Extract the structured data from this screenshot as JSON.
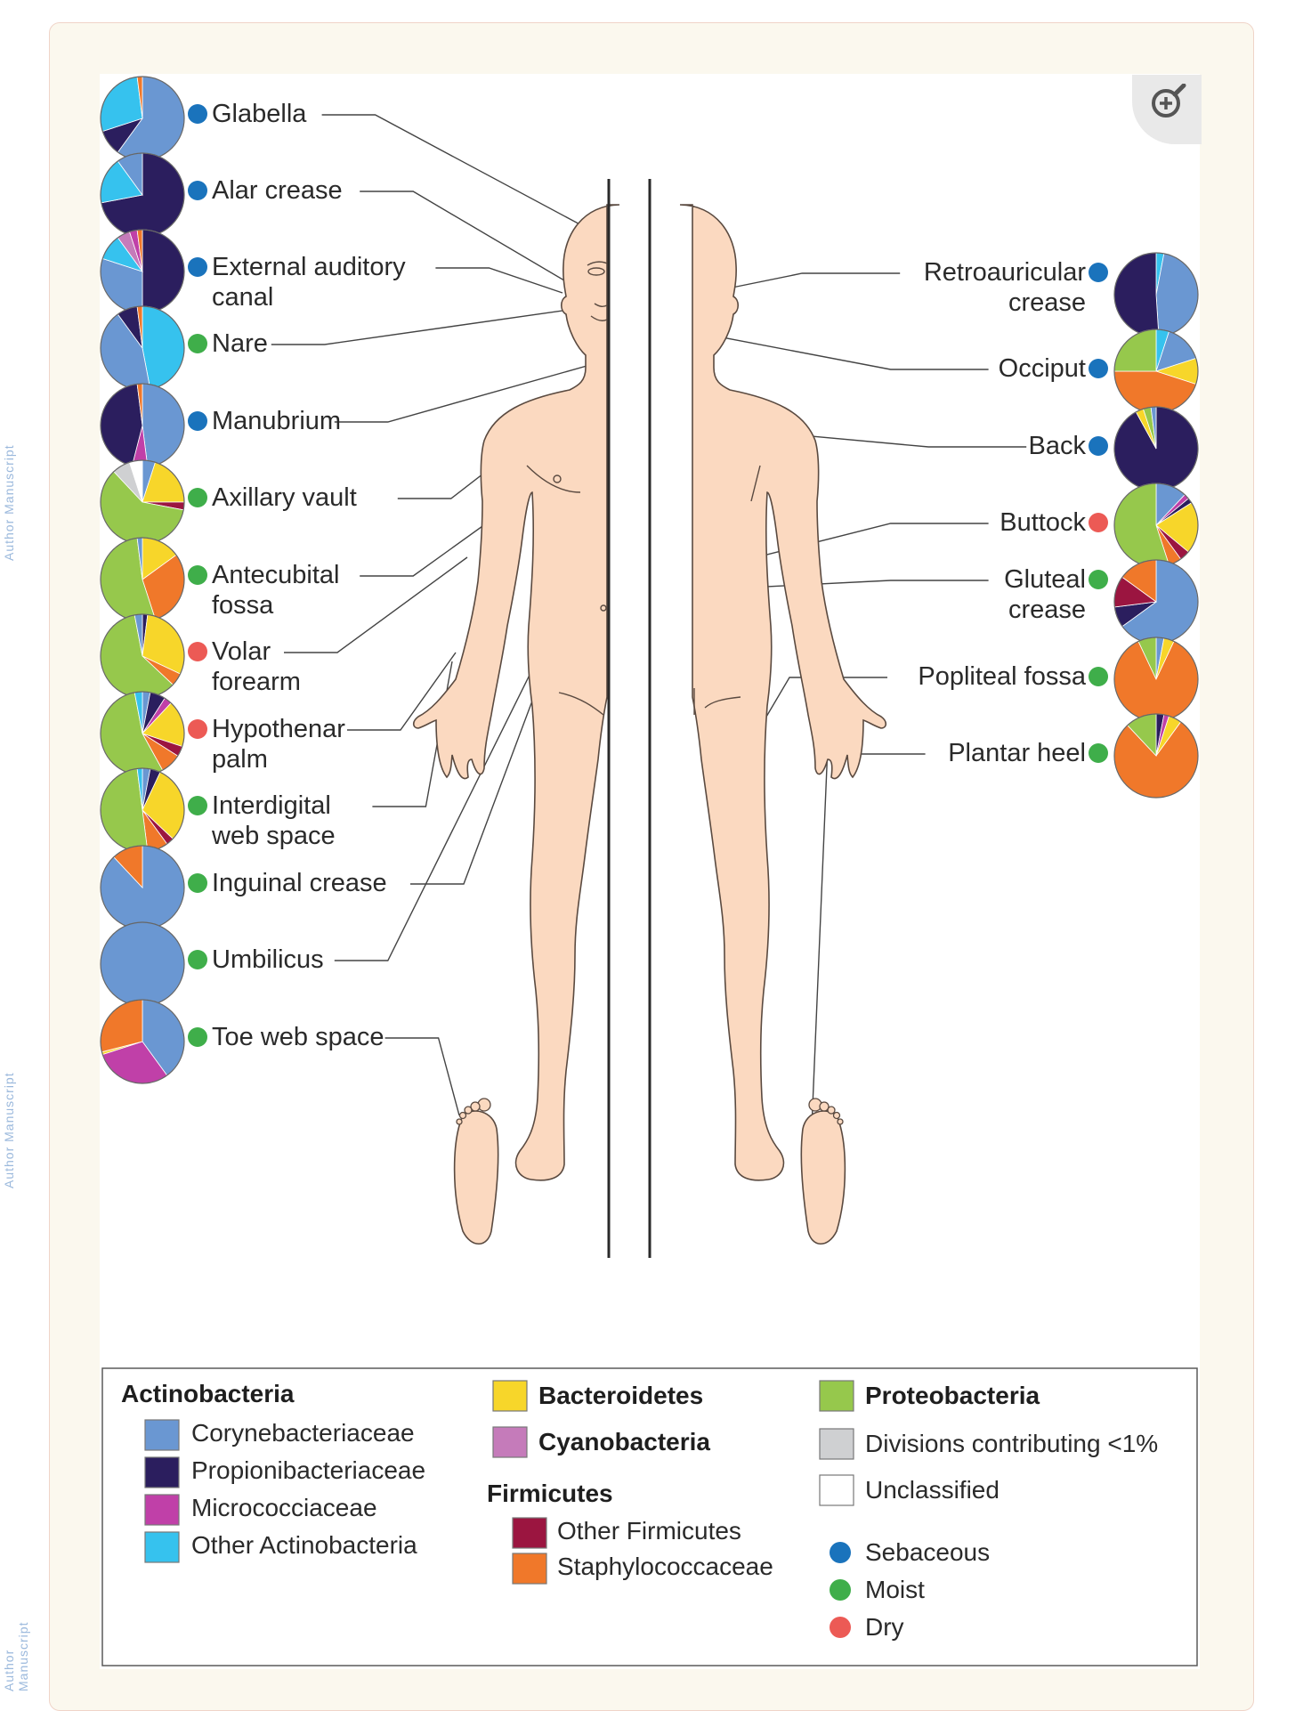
{
  "edge_text": [
    "Author Manuscript",
    "Author Manuscript",
    "Author Manuscript"
  ],
  "zoom_icon": "zoom-in-icon",
  "colors": {
    "Corynebacteriaceae": "#6a97d2",
    "Propionibacteriaceae": "#2b1e5e",
    "Micrococciaceae": "#c040a8",
    "Other Actinobacteria": "#36c2ee",
    "Bacteroidetes": "#f7d62a",
    "Cyanobacteria": "#c57bba",
    "Other Firmicutes": "#9b1540",
    "Staphylococcaceae": "#f0782a",
    "Proteobacteria": "#96c84c",
    "Divisions contributing <1%": "#cfd0d2",
    "Unclassified": "#ffffff",
    "Sebaceous": "#1a73bc",
    "Moist": "#3fae4a",
    "Dry": "#ec5a55"
  },
  "sites_left": [
    {
      "name": "Glabella",
      "lines": [
        "Glabella"
      ],
      "type": "Sebaceous",
      "composition": {
        "Corynebacteriaceae": 60,
        "Propionibacteriaceae": 10,
        "Other Actinobacteria": 28,
        "Staphylococcaceae": 2
      }
    },
    {
      "name": "Alar crease",
      "lines": [
        "Alar crease"
      ],
      "type": "Sebaceous",
      "composition": {
        "Propionibacteriaceae": 72,
        "Other Actinobacteria": 18,
        "Corynebacteriaceae": 10
      }
    },
    {
      "name": "External auditory canal",
      "lines": [
        "External auditory",
        "canal"
      ],
      "type": "Sebaceous",
      "composition": {
        "Propionibacteriaceae": 50,
        "Corynebacteriaceae": 30,
        "Other Actinobacteria": 10,
        "Cyanobacteria": 5,
        "Micrococciaceae": 3,
        "Staphylococcaceae": 2
      }
    },
    {
      "name": "Nare",
      "lines": [
        "Nare"
      ],
      "type": "Moist",
      "composition": {
        "Other Actinobacteria": 47,
        "Corynebacteriaceae": 43,
        "Propionibacteriaceae": 8,
        "Staphylococcaceae": 2
      }
    },
    {
      "name": "Manubrium",
      "lines": [
        "Manubrium"
      ],
      "type": "Sebaceous",
      "composition": {
        "Corynebacteriaceae": 48,
        "Micrococciaceae": 6,
        "Propionibacteriaceae": 44,
        "Staphylococcaceae": 2
      }
    },
    {
      "name": "Axillary vault",
      "lines": [
        "Axillary vault"
      ],
      "type": "Moist",
      "composition": {
        "Corynebacteriaceae": 5,
        "Bacteroidetes": 20,
        "Other Firmicutes": 3,
        "Proteobacteria": 60,
        "Divisions contributing <1%": 7,
        "Unclassified": 5
      }
    },
    {
      "name": "Antecubital fossa",
      "lines": [
        "Antecubital",
        "fossa"
      ],
      "type": "Moist",
      "composition": {
        "Bacteroidetes": 15,
        "Staphylococcaceae": 30,
        "Proteobacteria": 53,
        "Corynebacteriaceae": 2
      }
    },
    {
      "name": "Volar forearm",
      "lines": [
        "Volar",
        "forearm"
      ],
      "type": "Dry",
      "composition": {
        "Propionibacteriaceae": 2,
        "Bacteroidetes": 30,
        "Staphylococcaceae": 5,
        "Proteobacteria": 60,
        "Corynebacteriaceae": 3
      }
    },
    {
      "name": "Hypothenar palm",
      "lines": [
        "Hypothenar",
        "palm"
      ],
      "type": "Dry",
      "composition": {
        "Corynebacteriaceae": 3,
        "Propionibacteriaceae": 6,
        "Micrococciaceae": 3,
        "Bacteroidetes": 18,
        "Other Firmicutes": 4,
        "Staphylococcaceae": 8,
        "Proteobacteria": 55,
        "Other Actinobacteria": 3
      }
    },
    {
      "name": "Interdigital web space",
      "lines": [
        "Interdigital",
        "web space"
      ],
      "type": "Moist",
      "composition": {
        "Corynebacteriaceae": 3,
        "Propionibacteriaceae": 4,
        "Bacteroidetes": 30,
        "Other Firmicutes": 3,
        "Staphylococcaceae": 8,
        "Proteobacteria": 50,
        "Other Actinobacteria": 2
      }
    },
    {
      "name": "Inguinal crease",
      "lines": [
        "Inguinal crease"
      ],
      "type": "Moist",
      "composition": {
        "Corynebacteriaceae": 88,
        "Staphylococcaceae": 12
      }
    },
    {
      "name": "Umbilicus",
      "lines": [
        "Umbilicus"
      ],
      "type": "Moist",
      "composition": {
        "Corynebacteriaceae": 100
      }
    },
    {
      "name": "Toe web space",
      "lines": [
        "Toe web space"
      ],
      "type": "Moist",
      "composition": {
        "Corynebacteriaceae": 40,
        "Micrococciaceae": 30,
        "Bacteroidetes": 1,
        "Staphylococcaceae": 29
      }
    }
  ],
  "sites_right": [
    {
      "name": "Retroauricular crease",
      "lines": [
        "Retroauricular",
        "crease"
      ],
      "type": "Sebaceous",
      "composition": {
        "Other Actinobacteria": 3,
        "Corynebacteriaceae": 46,
        "Propionibacteriaceae": 51
      }
    },
    {
      "name": "Occiput",
      "lines": [
        "Occiput"
      ],
      "type": "Sebaceous",
      "composition": {
        "Other Actinobacteria": 5,
        "Corynebacteriaceae": 15,
        "Bacteroidetes": 10,
        "Staphylococcaceae": 45,
        "Proteobacteria": 25
      }
    },
    {
      "name": "Back",
      "lines": [
        "Back"
      ],
      "type": "Sebaceous",
      "composition": {
        "Propionibacteriaceae": 92,
        "Bacteroidetes": 3,
        "Proteobacteria": 3,
        "Corynebacteriaceae": 2
      }
    },
    {
      "name": "Buttock",
      "lines": [
        "Buttock"
      ],
      "type": "Dry",
      "composition": {
        "Corynebacteriaceae": 12,
        "Micrococciaceae": 2,
        "Propionibacteriaceae": 2,
        "Bacteroidetes": 20,
        "Other Firmicutes": 4,
        "Staphylococcaceae": 5,
        "Proteobacteria": 55
      }
    },
    {
      "name": "Gluteal crease",
      "lines": [
        "Gluteal",
        "crease"
      ],
      "type": "Moist",
      "composition": {
        "Corynebacteriaceae": 65,
        "Propionibacteriaceae": 8,
        "Other Firmicutes": 12,
        "Staphylococcaceae": 15
      }
    },
    {
      "name": "Popliteal fossa",
      "lines": [
        "Popliteal fossa"
      ],
      "type": "Moist",
      "composition": {
        "Corynebacteriaceae": 3,
        "Bacteroidetes": 4,
        "Staphylococcaceae": 86,
        "Proteobacteria": 7
      }
    },
    {
      "name": "Plantar heel",
      "lines": [
        "Plantar heel"
      ],
      "type": "Moist",
      "composition": {
        "Propionibacteriaceae": 3,
        "Micrococciaceae": 2,
        "Bacteroidetes": 5,
        "Staphylococcaceae": 78,
        "Proteobacteria": 12
      }
    }
  ],
  "legend": {
    "actinobacteria_heading": "Actinobacteria",
    "actinobacteria": [
      "Corynebacteriaceae",
      "Propionibacteriaceae",
      "Micrococciaceae",
      "Other Actinobacteria"
    ],
    "bacteroidetes": "Bacteroidetes",
    "cyanobacteria": "Cyanobacteria",
    "firmicutes_heading": "Firmicutes",
    "firmicutes": [
      "Other Firmicutes",
      "Staphylococcaceae"
    ],
    "proteobacteria": "Proteobacteria",
    "divisions": "Divisions contributing <1%",
    "unclassified": "Unclassified",
    "site_types": [
      "Sebaceous",
      "Moist",
      "Dry"
    ]
  }
}
